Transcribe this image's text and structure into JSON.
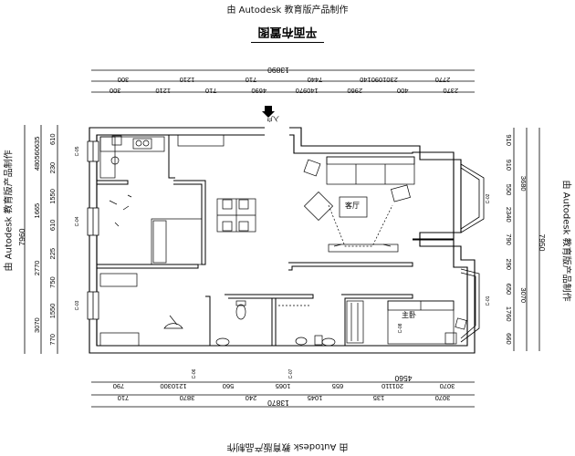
{
  "watermark": "由 Autodesk 教育版产品制作",
  "title": "平面布置图",
  "entrance_label": "入户",
  "living_room_label": "客厅",
  "bedroom_label": "主卧",
  "dims": {
    "top_total": "13890",
    "top_row1": [
      "2770",
      "2301090140",
      "7440",
      "710",
      "1210",
      "300"
    ],
    "top_row2": [
      "2370",
      "400",
      "2960",
      "140970",
      "4690",
      "710",
      "1210",
      "300"
    ],
    "left_total": "7960",
    "left_row1": [
      "480560635",
      "1665",
      "2770",
      "3070"
    ],
    "left_row2": [
      "610",
      "230",
      "1550",
      "610",
      "225",
      "750",
      "1550",
      "770"
    ],
    "right_total": "7950",
    "right_row1": [
      "3680",
      "3070"
    ],
    "right_row2": [
      "910",
      "910",
      "550",
      "2340",
      "790",
      "290",
      "650",
      "1760",
      "660"
    ],
    "bottom_total": "13870",
    "bottom_row1": [
      "3070",
      "201110",
      "655",
      "1065",
      "560",
      "1210300",
      "790"
    ],
    "bottom_row2": [
      "3070",
      "135",
      "1045",
      "240",
      "3870",
      "710"
    ],
    "bottom_span": "4560"
  },
  "window_tags": [
    "C-05",
    "C-04",
    "C-03",
    "C-02",
    "C-01",
    "C-06",
    "C-07",
    "C-08"
  ]
}
